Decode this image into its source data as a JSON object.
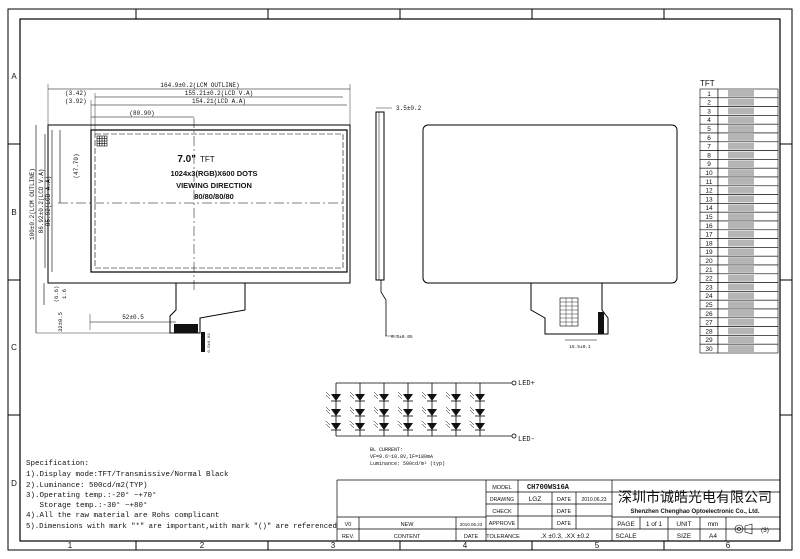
{
  "border": {
    "cols": [
      "1",
      "2",
      "3",
      "4",
      "5",
      "6"
    ],
    "rows": [
      "A",
      "B",
      "C",
      "D"
    ]
  },
  "panel": {
    "size": "7.0\"",
    "type": "TFT",
    "resolution": "1024x3(RGB)X600 DOTS",
    "viewing_title": "VIEWING DIRECTION",
    "viewing_value": "80/80/80/80"
  },
  "dims": {
    "outline_w": "164.9±0.2(LCM OUTLINE)",
    "va_w": "155.21±0.2(LCD V.A)",
    "aa_w": "154.21(LCD A.A)",
    "left1": "(3.42)",
    "left2": "(3.92)",
    "center_x": "(80.90)",
    "outline_h": "100±0.2(LCM OUTLINE)",
    "va_h": "86.92±0.2(LCD V.A)",
    "aa_h": "85.92(LCD A.A)",
    "center_y": "(47.70)",
    "fpc_off1": "(6.6)",
    "fpc_off2": "1.6",
    "fpc_len": "32±0.5",
    "fpc_w": "52±0.5",
    "fpc_pitch": "0.5±0.03",
    "thickness": "3.5±0.2",
    "fpc_thk": "0.3±0.05",
    "rear_fpc": "16.5±0.1"
  },
  "pin_header": "TFT",
  "pins": [
    "1",
    "2",
    "3",
    "4",
    "5",
    "6",
    "7",
    "8",
    "9",
    "10",
    "11",
    "12",
    "13",
    "14",
    "15",
    "16",
    "17",
    "18",
    "19",
    "20",
    "21",
    "22",
    "23",
    "24",
    "25",
    "26",
    "27",
    "28",
    "29",
    "30"
  ],
  "led": {
    "plus": "LED+",
    "minus": "LED-",
    "bl_title": "BL CURRENT:",
    "bl_vf": "VF=9.6~10.8V,IF=180mA",
    "bl_lum": "Luminance: 500cd/m² (typ)"
  },
  "spec": {
    "title": "Specification:",
    "lines": [
      "1).Display mode:TFT/Transmissive/Normal Black",
      "2).Luminance: 500cd/m2(TYP)",
      "3).Operating temp.:-20° ~+70°",
      "   Storage temp.:-30° ~+80°",
      "4).All the raw material are Rohs complicant",
      "5).Dimensions with mark \"*\" are important,with mark \"()\" are referenced"
    ]
  },
  "title_block": {
    "model_label": "MODEL",
    "model_value": "CH700WS16A",
    "drawing_label": "DRAWING",
    "drawing_by": "LGZ",
    "date_label": "DATE",
    "drawing_date": "2010.06.23",
    "check_label": "CHECK",
    "approve_label": "APPROVE",
    "tolerance_label": "TOLERANCE",
    "tolerance_value": ".X ±0.3, .XX ±0.2",
    "company_cn": "深圳市诚皓光电有限公司",
    "company_en": "Shenzhen Chenghao Optoelectronic Co., Ltd.",
    "page_label": "PAGE",
    "page_value": "1 of 1",
    "unit_label": "UNIT",
    "unit_value": "mm",
    "scale_label": "SCALE",
    "size_label": "SIZE",
    "size_value": "A4",
    "projection": "(3)",
    "rev_v0": "V0",
    "rev_v0_content": "NEW",
    "rev_v0_date": "2010.06.23",
    "rev_label": "REV.",
    "content_label": "CONTENT",
    "date_col_label": "DATE"
  }
}
